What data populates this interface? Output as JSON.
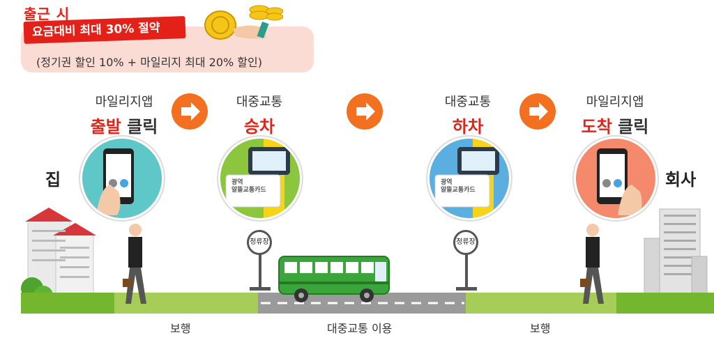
{
  "header": {
    "title": "출근 시",
    "tag": "요금대비 최대 30% 절약",
    "subtitle": "(정기권 할인 10% + 마일리지 최대 20% 할인)"
  },
  "steps": [
    {
      "top": "마일리지앱",
      "highlight": "출발",
      "rest": " 클릭"
    },
    {
      "top": "대중교통",
      "highlight": "승차",
      "rest": ""
    },
    {
      "top": "대중교통",
      "highlight": "하차",
      "rest": ""
    },
    {
      "top": "마일리지앱",
      "highlight": "도착",
      "rest": " 클릭"
    }
  ],
  "places": {
    "start": "집",
    "end": "회사"
  },
  "card": {
    "line1": "광역",
    "line2": "알뜰교통카드"
  },
  "bus_stop": "정류장",
  "ground": {
    "walk1": "보행",
    "transit": "대중교통 이용",
    "walk2": "보행"
  },
  "colors": {
    "accent_red": "#e2231a",
    "arrow_orange": "#f37021",
    "bus_green": "#3aa53a"
  }
}
